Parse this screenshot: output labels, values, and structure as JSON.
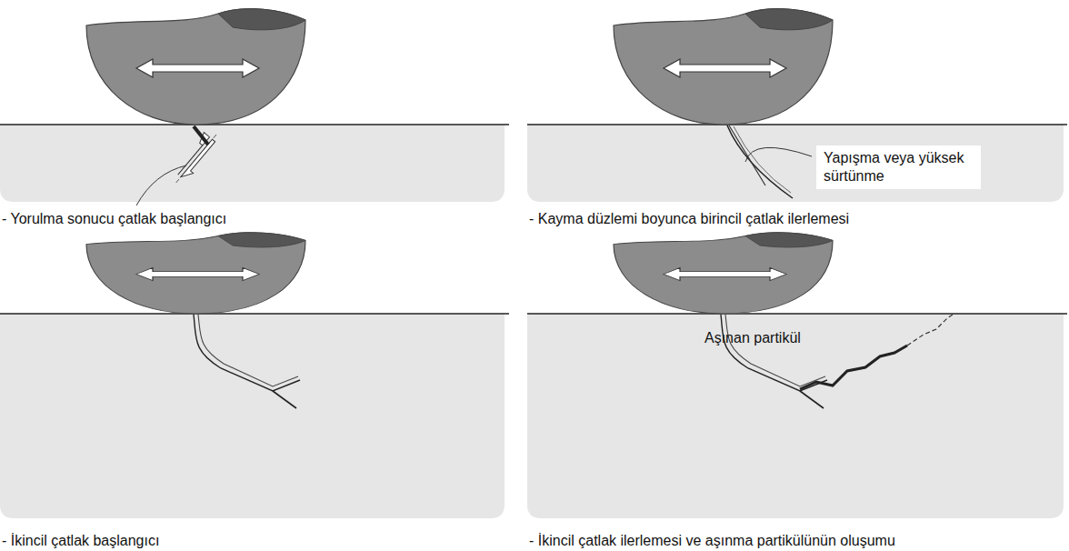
{
  "diagram": {
    "labels": [
      "- Yorulma sonucu çatlak başlangıcı",
      "Yapışma veya yüksek sürtünme",
      "- Kayma düzlemi boyunca birincil çatlak ilerlemesi",
      "- İkincil çatlak başlangıcı",
      "Aşınan partikül",
      "- İkincil çatlak ilerlemesi ve aşınma partikülünün oluşumu"
    ]
  }
}
